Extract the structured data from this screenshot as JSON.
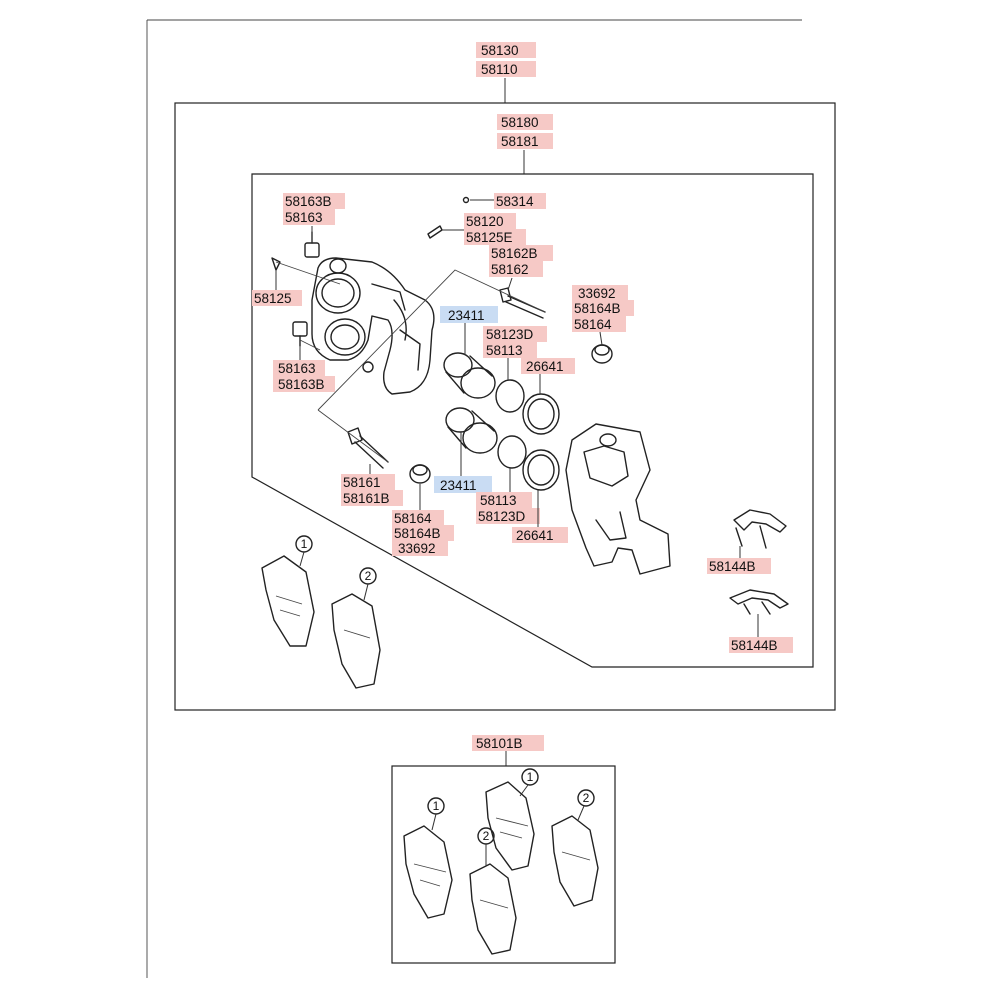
{
  "assembly": {
    "top_labels": [
      "58130",
      "58110"
    ],
    "caliper_labels": [
      "58180",
      "58181"
    ],
    "pad_kit_label": "58101B"
  },
  "callouts": {
    "bolt_upper": [
      "58163B",
      "58163"
    ],
    "bleeder_cap": "58314",
    "bleeder": [
      "58120",
      "58125E"
    ],
    "guide_pin_upper": [
      "58162B",
      "58162"
    ],
    "nut_right": [
      "33692",
      "58164B",
      "58164"
    ],
    "bleeder_left": "58125",
    "piston_upper": "23411",
    "seal_upper": [
      "58123D",
      "58113"
    ],
    "boot_upper": "26641",
    "bolt_lower": [
      "58163",
      "58163B"
    ],
    "guide_pin_lower": [
      "58161",
      "58161B"
    ],
    "piston_lower": "23411",
    "seal_lower": [
      "58113",
      "58123D"
    ],
    "boot_lower": "26641",
    "nut_lower": [
      "58164",
      "58164B",
      "33692"
    ],
    "clip_upper": "58144B",
    "clip_lower": "58144B"
  },
  "pad_markers": {
    "pad_1": "1",
    "pad_2": "2"
  },
  "colors": {
    "label_bg": "#f6c9c6",
    "highlight_bg": "#c9dcf3",
    "line": "#222222"
  }
}
